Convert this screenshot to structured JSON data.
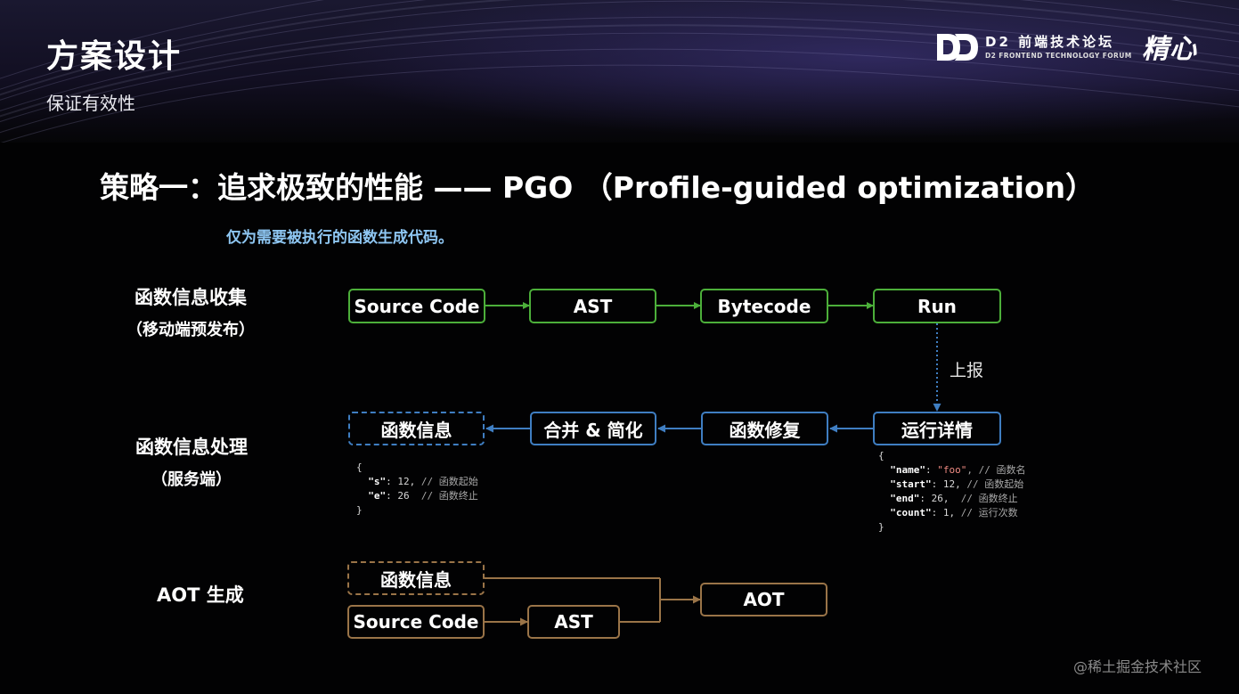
{
  "header": {
    "title": "方案设计",
    "subtitle": "保证有效性"
  },
  "logo": {
    "mark": "DD",
    "cn": "D2 前端技术论坛",
    "en": "D2 FRONTEND TECHNOLOGY FORUM",
    "brand": "精心"
  },
  "strategy": {
    "title": "策略一：追求极致的性能 —— PGO （Profile-guided optimization）",
    "note": "仅为需要被执行的函数生成代码。"
  },
  "rows": {
    "collect": {
      "line1": "函数信息收集",
      "line2": "（移动端预发布）"
    },
    "process": {
      "line1": "函数信息处理",
      "line2": "（服务端）"
    },
    "aot": {
      "line1": "AOT 生成"
    }
  },
  "collect_flow": [
    "Source Code",
    "AST",
    "Bytecode",
    "Run"
  ],
  "report_label": "上报",
  "process_flow": [
    "函数信息",
    "合并 & 简化",
    "函数修复",
    "运行详情"
  ],
  "aot_flow": {
    "func_info": "函数信息",
    "source": "Source Code",
    "ast": "AST",
    "aot": "AOT"
  },
  "code_simplified": {
    "open": "{",
    "lines": [
      {
        "key": "\"s\"",
        "value": ": 12, ",
        "comment": "// 函数起始"
      },
      {
        "key": "\"e\"",
        "value": ": 26  ",
        "comment": "// 函数终止"
      }
    ],
    "close": "}"
  },
  "code_detail": {
    "open": "{",
    "name_key": "\"name\"",
    "name_sep": ": ",
    "name_value": "\"foo\"",
    "name_comment": ", // 函数名",
    "lines": [
      {
        "key": "\"start\"",
        "value": ": 12, ",
        "comment": "// 函数起始"
      },
      {
        "key": "\"end\"",
        "value": ": 26,  ",
        "comment": "// 函数终止"
      },
      {
        "key": "\"count\"",
        "value": ": 1, ",
        "comment": "// 运行次数"
      }
    ],
    "close": "}"
  },
  "watermark": "@稀土掘金技术社区",
  "colors": {
    "green": "#4caf3a",
    "blue": "#3f7ec2",
    "brown": "#9a7448",
    "note": "#8ec6f2"
  }
}
